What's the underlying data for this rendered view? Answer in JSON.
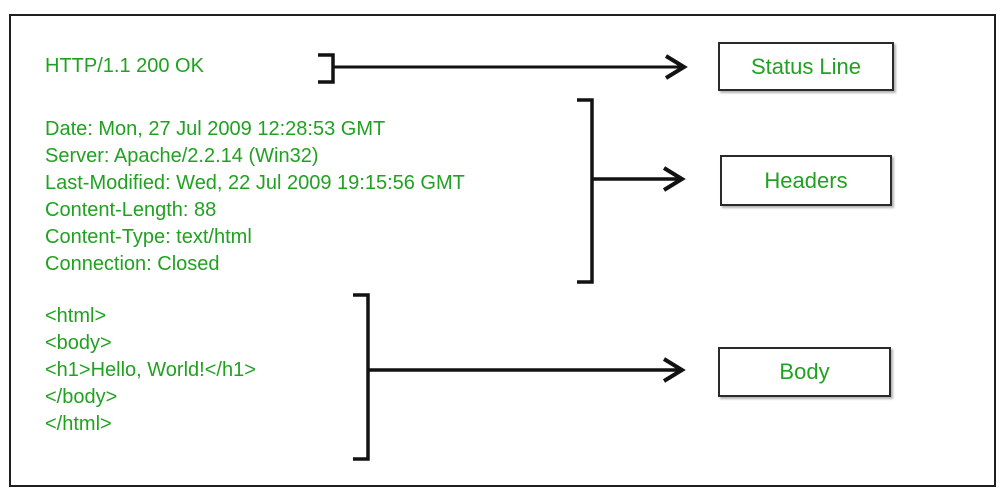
{
  "diagram": {
    "description": "HTTP response message structure diagram",
    "colors": {
      "text_green": "#21a121",
      "line_black": "#121212",
      "frame_border": "#1f1f1f"
    },
    "status_line": {
      "text": "HTTP/1.1 200 OK",
      "label": "Status Line"
    },
    "headers": {
      "lines": [
        "Date: Mon, 27 Jul 2009 12:28:53 GMT",
        "Server: Apache/2.2.14 (Win32)",
        "Last-Modified: Wed, 22 Jul 2009 19:15:56 GMT",
        "Content-Length: 88",
        "Content-Type: text/html",
        "Connection: Closed"
      ],
      "label": "Headers"
    },
    "body": {
      "lines": [
        "<html>",
        "<body>",
        "<h1>Hello, World!</h1>",
        "</body>",
        "</html>"
      ],
      "label": "Body"
    }
  }
}
